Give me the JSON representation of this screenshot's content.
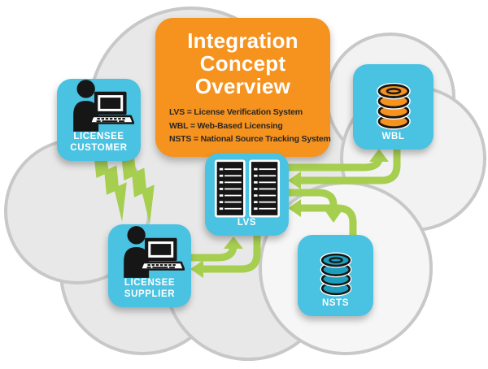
{
  "diagram": {
    "card": {
      "title_line1": "Integration",
      "title_line2": "Concept",
      "title_line3": "Overview",
      "legend_line1": "LVS = License Verification System",
      "legend_line2": "WBL = Web-Based Licensing",
      "legend_line3": "NSTS = National Source Tracking System"
    },
    "nodes": {
      "customer": {
        "line1": "LICENSEE",
        "line2": "CUSTOMER",
        "icon": "person-laptop-icon"
      },
      "supplier": {
        "line1": "LICENSEE",
        "line2": "SUPPLIER",
        "icon": "person-laptop-icon"
      },
      "lvs": {
        "label": "LVS",
        "icon": "server-rack-icon"
      },
      "wbl": {
        "label": "WBL",
        "icon": "database-icon"
      },
      "nsts": {
        "label": "NSTS",
        "icon": "database-icon"
      }
    },
    "connections": [
      {
        "from": "licensee-customer",
        "to": "licensee-supplier",
        "style": "lightning-bolts"
      },
      {
        "from": "licensee-supplier",
        "to": "lvs",
        "style": "arrow"
      },
      {
        "from": "lvs",
        "to": "licensee-supplier",
        "style": "arrow"
      },
      {
        "from": "lvs",
        "to": "wbl",
        "style": "arrow"
      },
      {
        "from": "wbl",
        "to": "lvs",
        "style": "arrow"
      },
      {
        "from": "lvs",
        "to": "nsts",
        "style": "arrow"
      },
      {
        "from": "nsts",
        "to": "lvs",
        "style": "arrow"
      }
    ]
  },
  "colors": {
    "orange": "#f6921e",
    "blue": "#4ac2e1",
    "green": "#a6ce4f",
    "teal_db": "#1d9ebd",
    "orange_db": "#f6921e",
    "icon_black": "#161616",
    "cloud_fill": "#e8e8e8",
    "cloud_stroke": "#c8c8c8"
  }
}
